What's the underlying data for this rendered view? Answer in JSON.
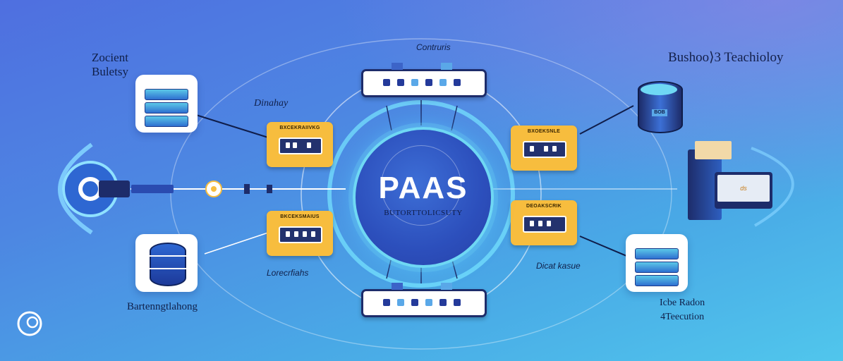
{
  "top_left_label": "Zocient\nBuletsy",
  "top_center_label": "Contruris",
  "top_right_label": "Bushoo⟩3 Teachioloy",
  "left_mid_label": "Dinahay",
  "bottom_left_label": "Bartenngtlahong",
  "bottom_center_left_label": "Lorecrfiahs",
  "bottom_center_right_label": "Dicat kasue",
  "bottom_right_label": "Icbe Radon\n4Teecution",
  "card_labels": {
    "top_left": "BXCEKRAIIVKG",
    "top_right": "BXOEKSNLE",
    "bottom_left": "BKCEKSMAIUS",
    "bottom_right": "DEOAKSCRIK"
  },
  "panel_text": "ds",
  "server_text": "BOB",
  "paas_title": "PAAS",
  "paas_subtitle": "BUTORTTOLICSUTY",
  "icons": [
    "server-icon",
    "database-icon",
    "plug-icon",
    "computer-icon",
    "rack-icon",
    "logo-icon"
  ],
  "colors": {
    "accent_yellow": "#f7bd3e",
    "navy": "#1d2c6a",
    "cyan": "#6fd8f4"
  }
}
